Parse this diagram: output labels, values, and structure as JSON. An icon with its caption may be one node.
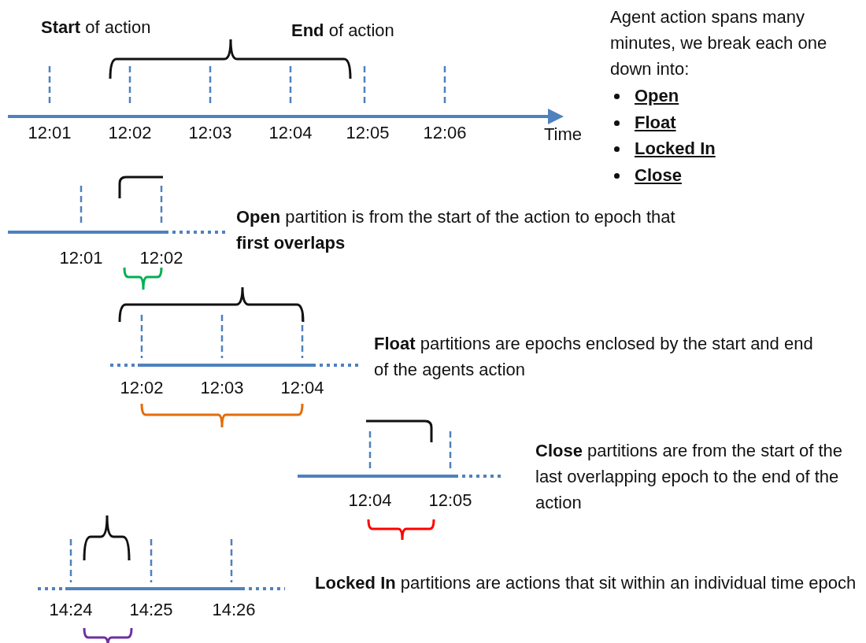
{
  "diagram": {
    "labels": [
      "**Start** of action",
      "**End** of action",
      "Agent action spans many minutes, we break each one down into:",
      "Open",
      "Float",
      "Locked In",
      "Close",
      "12:01",
      "12:02",
      "12:03",
      "12:04",
      "12:05",
      "12:06",
      "Time",
      "**Open** partition is from the start of the action to epoch that **first overlaps**",
      "12:01",
      "12:02",
      "**Float** partitions are epochs enclosed by the start and end of the agents action",
      "12:02",
      "12:03",
      "12:04",
      "**Close** partitions are from the start of the last overlapping epoch to the end of the action",
      "12:04",
      "12:05",
      "**Locked In** partitions are actions that sit within an individual time epoch",
      "14:24",
      "14:25",
      "14:26"
    ]
  }
}
